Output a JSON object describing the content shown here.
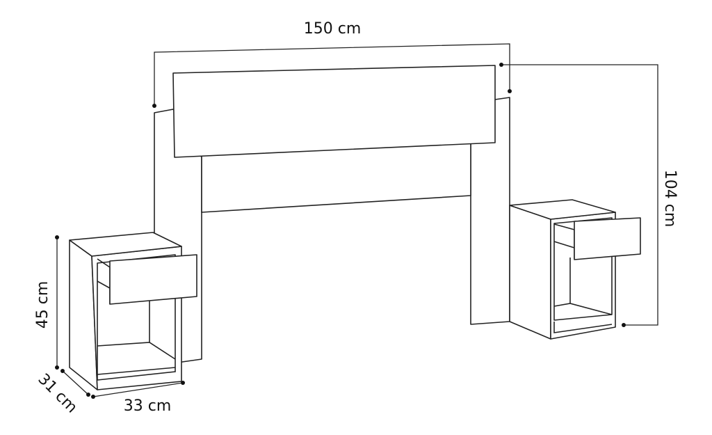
{
  "dimensions": {
    "width_total": "150 cm",
    "height_total": "104 cm",
    "nightstand_height": "45 cm",
    "nightstand_depth": "31 cm",
    "nightstand_width": "33 cm"
  },
  "colors": {
    "line": "#222222",
    "background": "#ffffff"
  }
}
